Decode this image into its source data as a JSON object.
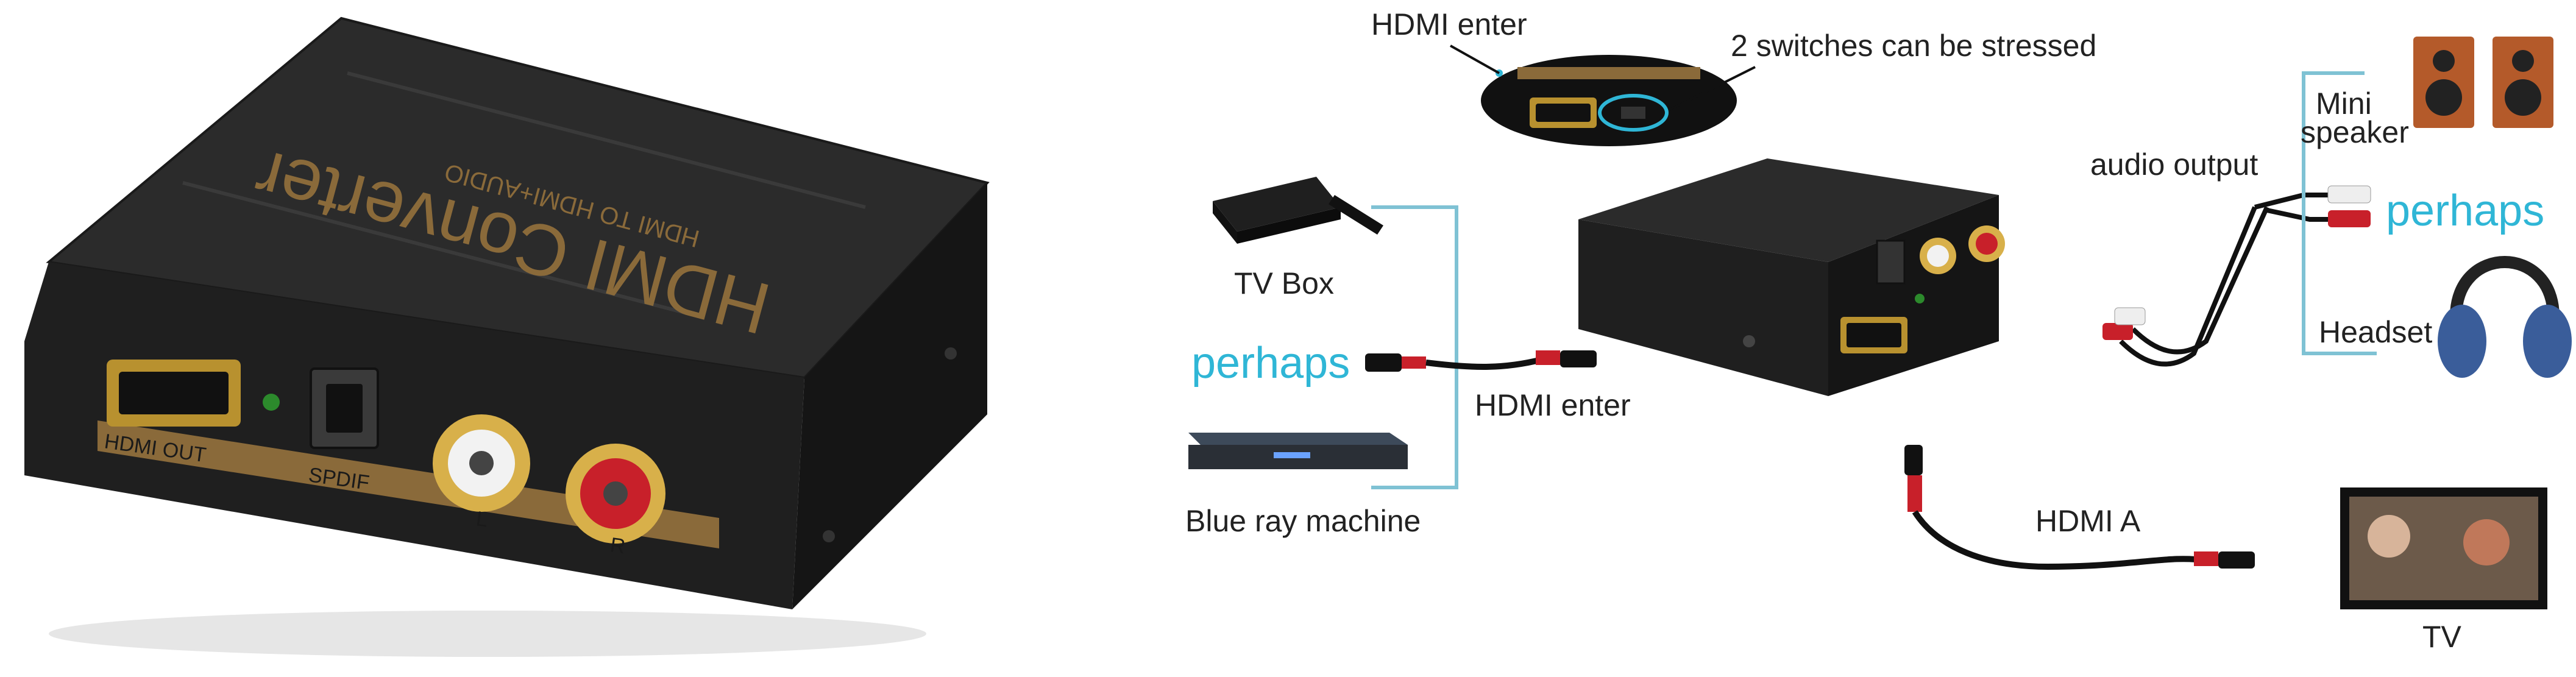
{
  "product": {
    "top_label": "HDMI Converter",
    "top_sublabel": "HDMI TO HDMI+AUDIO",
    "hdmi_port_label": "HDMI OUT",
    "spdif_label": "SPDIF",
    "left_label": "L",
    "right_label": "R"
  },
  "diagram": {
    "hdmi_enter_top": "HDMI enter",
    "switches_note": "2 switches can be stressed",
    "tv_box": "TV Box",
    "perhaps_left": "perhaps",
    "hdmi_enter_mid": "HDMI enter",
    "blu_ray": "Blue ray machine",
    "audio_output": "audio output",
    "mini_speaker_1": "Mini",
    "mini_speaker_2": "speaker",
    "perhaps_right": "perhaps",
    "headset": "Headset",
    "hdmi_a": "HDMI A",
    "tv": "TV"
  },
  "colors": {
    "body": "#232323",
    "gold": "#8a6a3a",
    "bracket": "#7fc2d4",
    "accent_cyan": "#2fb6d6",
    "rca_red": "#c8202a",
    "rca_gold": "#d8b04a"
  }
}
